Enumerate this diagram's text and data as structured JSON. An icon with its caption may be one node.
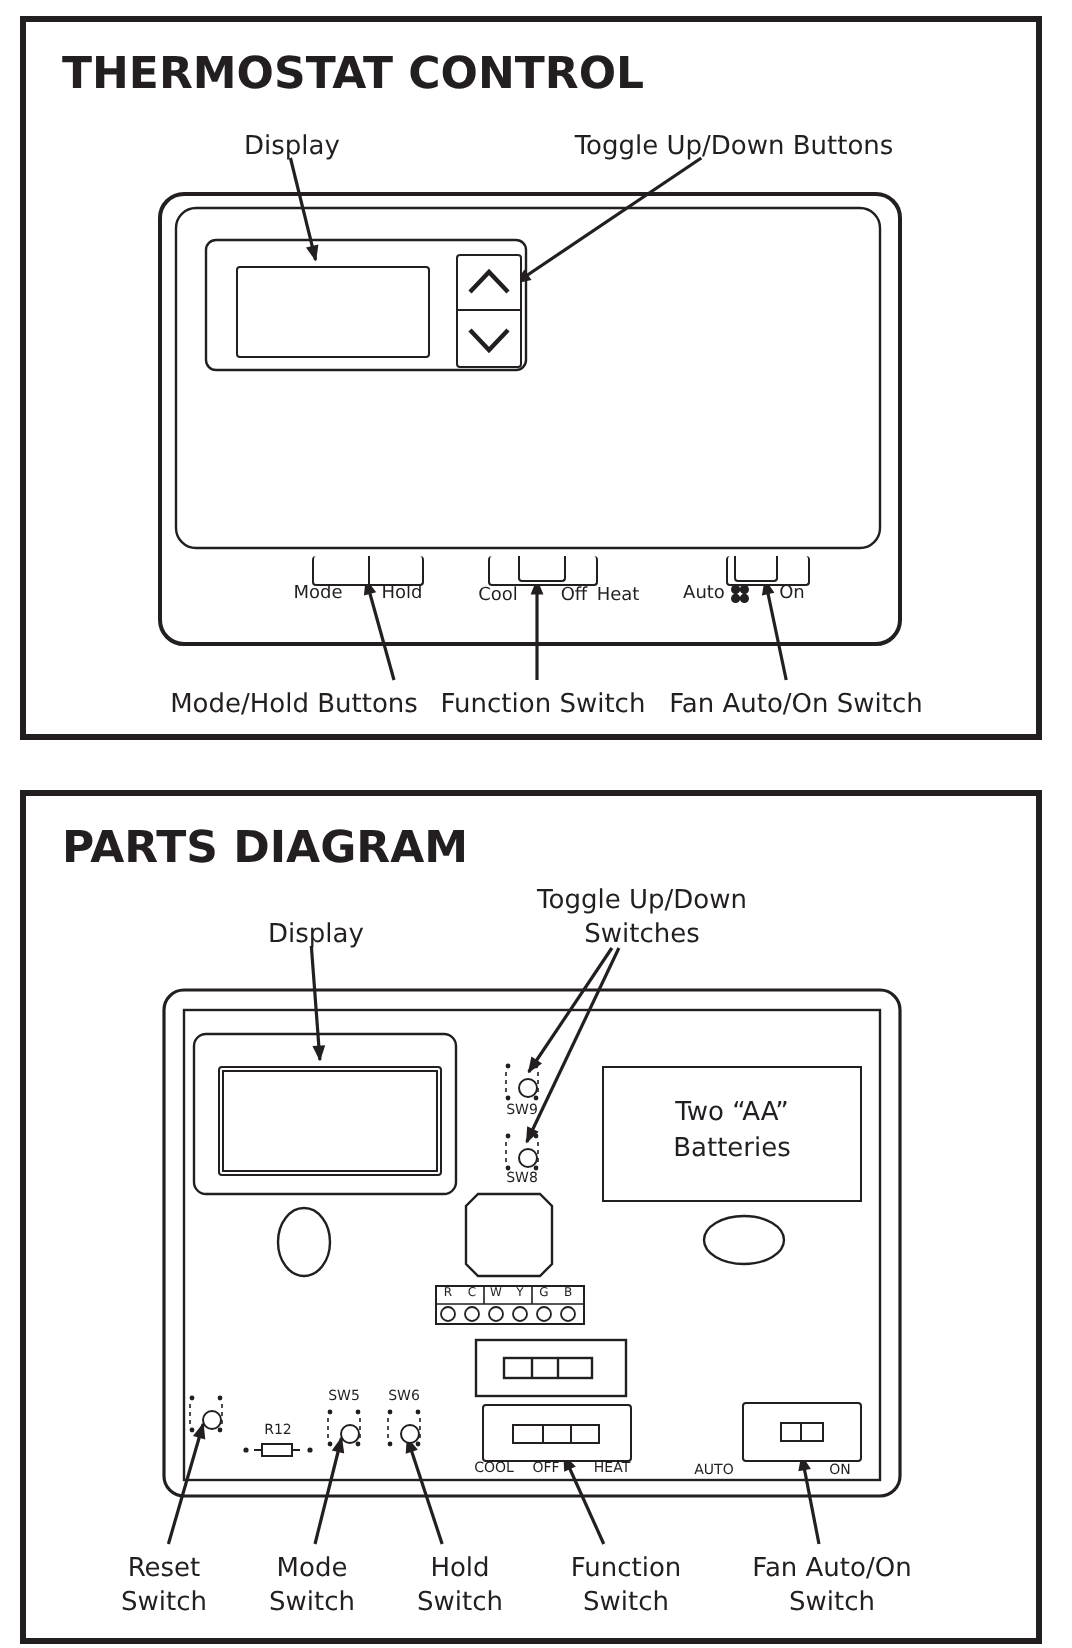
{
  "diagram": {
    "nodes": [
      {
        "text": [
          "THERMOSTAT CONTROL"
        ]
      },
      {
        "text": [
          "Display"
        ],
        "in": 0
      },
      {
        "text": [
          "Toggle Up/Down Buttons"
        ],
        "in": 0
      },
      {
        "text": [
          "Mode/Hold Buttons"
        ],
        "in": 0
      },
      {
        "text": [
          "Function Switch"
        ],
        "in": 0
      },
      {
        "text": [
          "Fan Auto/On Switch"
        ],
        "in": 0
      },
      {
        "text": [],
        "shape": "box",
        "in": 0
      },
      {
        "text": [],
        "shape": "box",
        "in": 0
      },
      {
        "text": [],
        "shape": "box",
        "in": 0
      },
      {
        "text": [],
        "shape": "box",
        "in": 0
      },
      {
        "text": [],
        "shape": "box",
        "in": 0
      },
      {
        "text": [
          "PARTS DIAGRAM"
        ]
      },
      {
        "text": [
          "Display"
        ],
        "in": 11
      },
      {
        "text": [
          "Toggle Up/Down Switches"
        ],
        "in": 11
      },
      {
        "text": [
          "Two “AA” Batteries"
        ],
        "in": 11
      },
      {
        "text": [
          "Reset Switch"
        ],
        "in": 11
      },
      {
        "text": [
          "Mode Switch"
        ],
        "in": 11
      },
      {
        "text": [
          "Hold Switch"
        ],
        "in": 11
      },
      {
        "text": [
          "Function Switch"
        ],
        "in": 11
      },
      {
        "text": [
          "Fan Auto/On Switch"
        ],
        "in": 11
      },
      {
        "text": [],
        "shape": "box",
        "in": 11
      },
      {
        "text": [],
        "shape": "circle",
        "in": 11
      },
      {
        "text": [],
        "shape": "circle",
        "in": 11
      },
      {
        "text": [],
        "shape": "circle",
        "in": 11
      },
      {
        "text": [],
        "shape": "circle",
        "in": 11
      },
      {
        "text": [],
        "shape": "circle",
        "in": 11
      },
      {
        "text": [],
        "shape": "box",
        "in": 11
      },
      {
        "text": [],
        "shape": "box",
        "in": 11
      }
    ],
    "edges": [
      {
        "from": 1,
        "to": 6,
        "arrow": "to"
      },
      {
        "from": 2,
        "to": 7,
        "arrow": "to"
      },
      {
        "from": 3,
        "to": 8,
        "arrow": "to"
      },
      {
        "from": 4,
        "to": 9,
        "arrow": "to"
      },
      {
        "from": 5,
        "to": 10,
        "arrow": "to"
      },
      {
        "from": 12,
        "to": 20,
        "arrow": "to"
      },
      {
        "from": 13,
        "to": 21,
        "arrow": "to"
      },
      {
        "from": 13,
        "to": 22,
        "arrow": "to"
      },
      {
        "from": 15,
        "to": 23,
        "arrow": "to"
      },
      {
        "from": 16,
        "to": 24,
        "arrow": "to"
      },
      {
        "from": 17,
        "to": 25,
        "arrow": "to"
      },
      {
        "from": 18,
        "to": 26,
        "arrow": "to"
      },
      {
        "from": 19,
        "to": 27,
        "arrow": "to"
      }
    ],
    "labels": [
      "Mode",
      "Hold",
      "Cool",
      "Off",
      "Heat",
      "Auto",
      "On",
      "SW9",
      "SW8",
      "R",
      "C",
      "W",
      "Y",
      "G",
      "B",
      "R12",
      "SW5",
      "SW6",
      "COOL",
      "OFF",
      "HEAT",
      "AUTO",
      "ON"
    ]
  }
}
